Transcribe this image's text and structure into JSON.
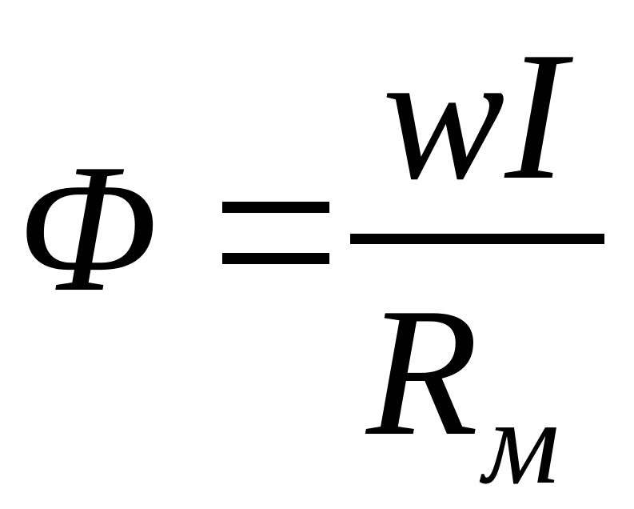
{
  "formula": {
    "lhs": "Φ",
    "operator": "=",
    "numerator": "wI",
    "denominator": "R",
    "denominator_subscript": "м"
  }
}
